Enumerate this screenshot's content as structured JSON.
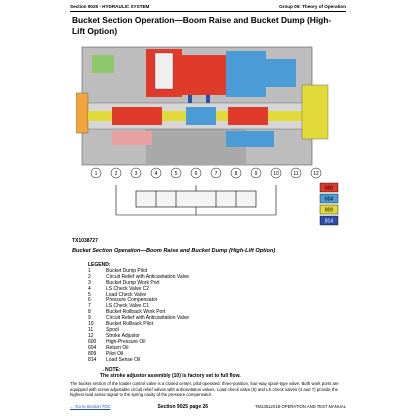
{
  "header": {
    "section": "Section 9025 - HYDRAULIC SYSTEM",
    "group": "Group 05: Theory of Operation"
  },
  "title": "Bucket Section Operation—Boom Raise and Bucket Dump (High-Lift Option)",
  "diagram": {
    "callouts": [
      "1",
      "2",
      "3",
      "4",
      "5",
      "6",
      "7",
      "8",
      "9",
      "10",
      "11",
      "12"
    ],
    "color_keys": [
      "600",
      "604",
      "809",
      "814"
    ],
    "colors": {
      "high_pressure": "#e03a2a",
      "return": "#4a9bd6",
      "pilot": "#e2da39",
      "load_sense": "#2d4ea8",
      "accent_orange": "#f2a53b",
      "accent_green": "#8fc86b",
      "metal": "#b8b8b8",
      "background": "#ffffff"
    }
  },
  "figure_id": "TX1038727",
  "caption": "Bucket Section Operation—Boom Raise and Bucket Dump (High-Lift Option)",
  "legend": {
    "heading": "LEGEND:",
    "items": [
      {
        "num": "1",
        "label": "Bucket Dump Pilot"
      },
      {
        "num": "2",
        "label": "Circuit Relief with Anticavitation Valve"
      },
      {
        "num": "3",
        "label": "Bucket Dump Work Port"
      },
      {
        "num": "4",
        "label": "LS Check Valve C2"
      },
      {
        "num": "5",
        "label": "Load Check Valve"
      },
      {
        "num": "6",
        "label": "Pressure Compensator"
      },
      {
        "num": "7",
        "label": "LS Check Valve C1"
      },
      {
        "num": "8",
        "label": "Bucket Rollback Work Port"
      },
      {
        "num": "9",
        "label": "Circuit Relief with Anticavitation Valve"
      },
      {
        "num": "10",
        "label": "Bucket Rollback Pilot"
      },
      {
        "num": "11",
        "label": "Spool"
      },
      {
        "num": "12",
        "label": "Stroke Adjustor"
      },
      {
        "num": "600",
        "label": "High-Pressure Oil"
      },
      {
        "num": "604",
        "label": "Return Oil"
      },
      {
        "num": "809",
        "label": "Pilot Oil"
      },
      {
        "num": "814",
        "label": "Load Sense Oil"
      }
    ]
  },
  "note": {
    "label": "→NOTE:",
    "text": "The stroke adjustor assembly (10) is factory set to full flow."
  },
  "paragraph": "The bucket section of the loader control valve is a closed center, pilot-operated, three-position, four-way spool-type valve. Both work ports are equipped with screw adjustable circuit relief valves with anticavitation valves. Load check valve (5) and LS check valves (4 and 7) provide the highest load sense signal to the spring cavity of the pressure compensator",
  "footer": {
    "left": "← Go to Section TOC",
    "center": "Section 9025 page 26",
    "right": "TM13512X19-OPERATION AND TEST MANUAL"
  }
}
